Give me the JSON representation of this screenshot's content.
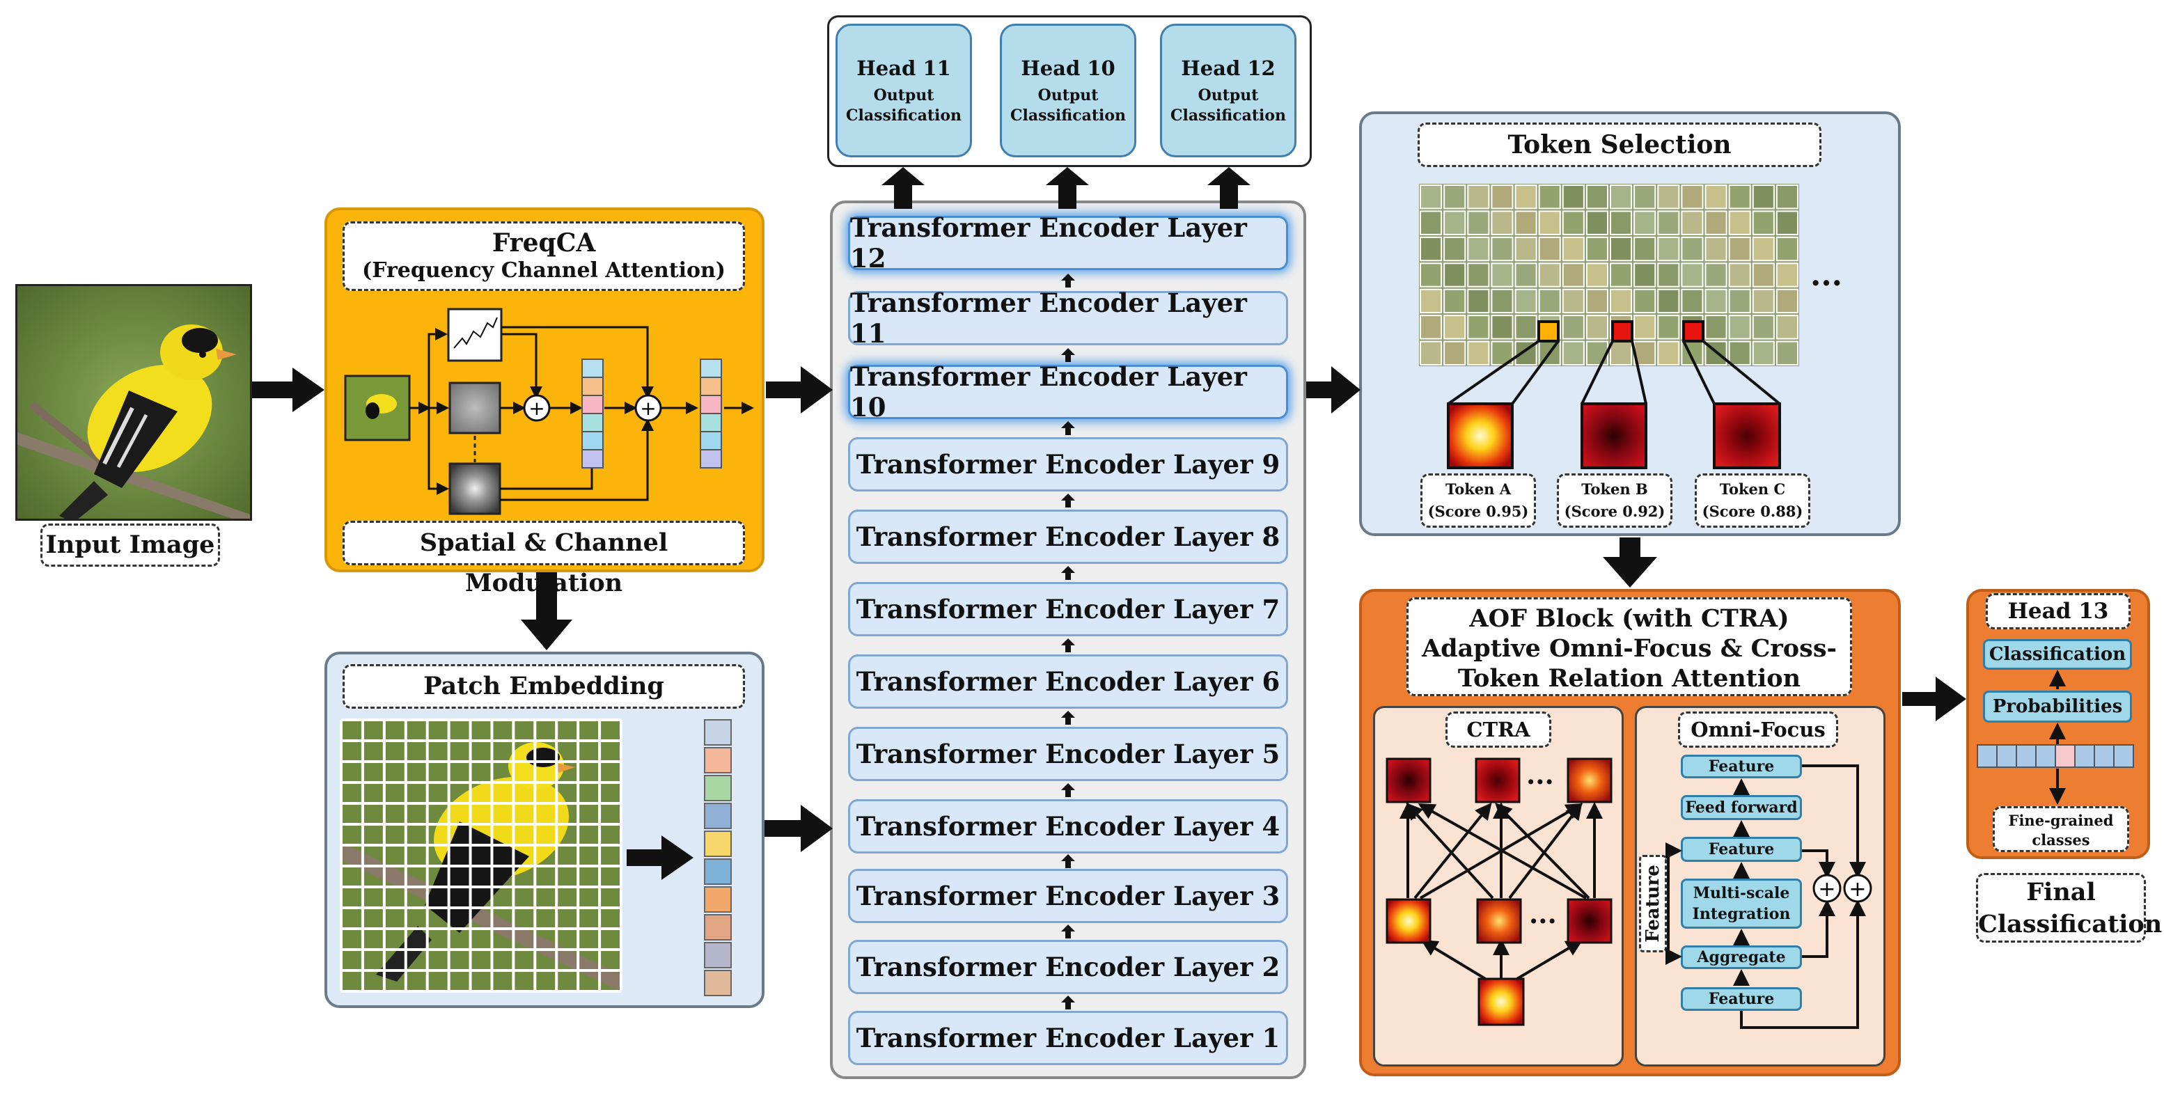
{
  "input": {
    "label": "Input Image"
  },
  "freqca": {
    "title": "FreqCA",
    "subtitle": "(Frequency Channel Attention)",
    "bottom_label": "Spatial & Channel Modulation"
  },
  "patch": {
    "title": "Patch Embedding"
  },
  "encoder": {
    "layers": [
      "Transformer Encoder Layer 12",
      "Transformer Encoder Layer 11",
      "Transformer Encoder Layer 10",
      "Transformer Encoder Layer 9",
      "Transformer Encoder Layer 8",
      "Transformer Encoder Layer 7",
      "Transformer Encoder Layer 6",
      "Transformer Encoder Layer 5",
      "Transformer Encoder Layer 4",
      "Transformer Encoder Layer 3",
      "Transformer Encoder Layer 2",
      "Transformer Encoder Layer 1"
    ]
  },
  "heads": [
    {
      "name": "Head 11",
      "line1": "Output",
      "line2": "Classification"
    },
    {
      "name": "Head 10",
      "line1": "Output",
      "line2": "Classification"
    },
    {
      "name": "Head 12",
      "line1": "Output",
      "line2": "Classification"
    }
  ],
  "token_selection": {
    "title": "Token Selection",
    "ellipsis": "...",
    "tokens": [
      {
        "name": "Token A",
        "score": "(Score 0.95)"
      },
      {
        "name": "Token B",
        "score": "(Score 0.92)"
      },
      {
        "name": "Token C",
        "score": "(Score 0.88)"
      }
    ]
  },
  "aof": {
    "title_line1": "AOF Block (with CTRA)",
    "title_line2": "Adaptive Omni-Focus & Cross-",
    "title_line3": "Token Relation Attention",
    "ctra": {
      "title": "CTRA",
      "ellipsis": "..."
    },
    "omni": {
      "title": "Omni-Focus",
      "feature": "Feature",
      "feed_forward": "Feed forward",
      "multi_scale_line1": "Multi-scale",
      "multi_scale_line2": "Integration",
      "aggregate": "Aggregate",
      "side_feature": "Feature"
    }
  },
  "head13": {
    "title": "Head 13",
    "classification": "Classification",
    "probabilities": "Probabilities",
    "ellipsis": "...",
    "fine_line1": "Fine-grained",
    "fine_line2": "classes"
  },
  "final": {
    "line1": "Final",
    "line2": "Classification"
  },
  "colors": {
    "freqca_bg": "#fbb40a",
    "aof_bg": "#ed7d31",
    "panel_blue": "#dde9f6",
    "layer_fill": "#d8e8f8",
    "head_fill": "#b5dceb"
  }
}
